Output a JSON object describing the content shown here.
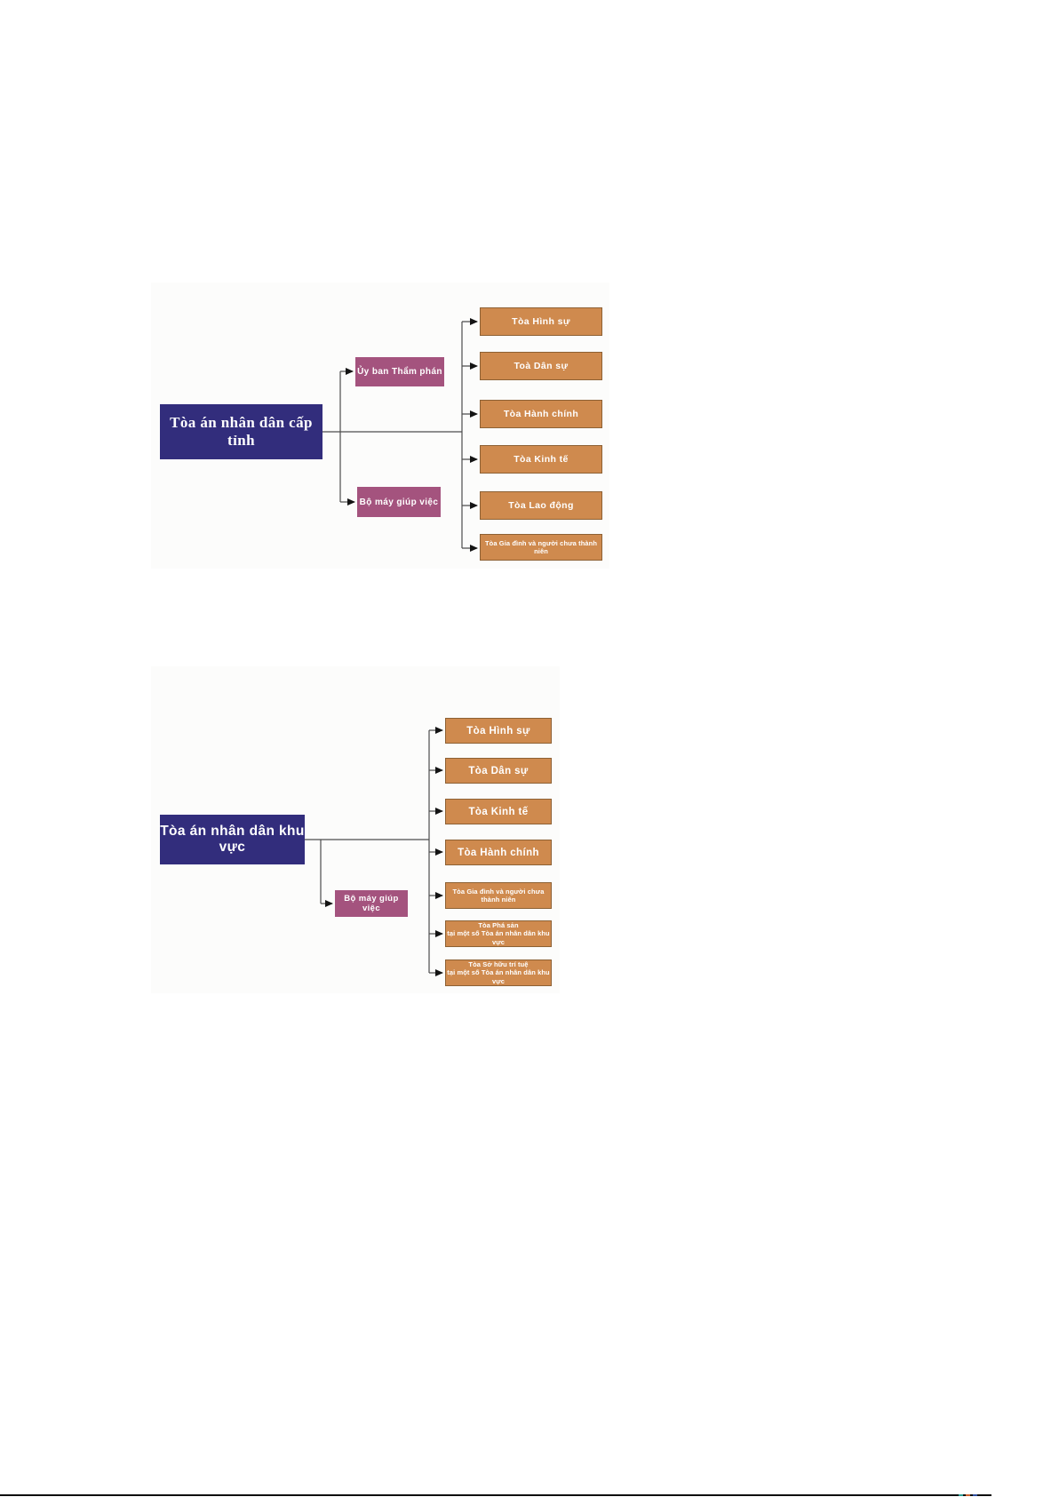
{
  "colors": {
    "root_navy": "#322d7c",
    "committee_purple": "#a4537e",
    "court_orange": "#cf8a4e",
    "court_border": "#8d6134",
    "connector": "#4d4d4d"
  },
  "diagram_provincial": {
    "root_label": "Tòa án nhân dân cấp tỉnh",
    "committees": [
      {
        "label": "Ủy ban Thẩm phán"
      },
      {
        "label": "Bộ máy giúp việc"
      }
    ],
    "courts": [
      {
        "label": "Tòa Hình sự"
      },
      {
        "label": "Toà Dân sự"
      },
      {
        "label": "Tòa Hành chính"
      },
      {
        "label": "Tòa Kinh tế"
      },
      {
        "label": "Tòa Lao động"
      },
      {
        "label": "Tòa Gia đình và người chưa thành niên"
      }
    ]
  },
  "diagram_regional": {
    "root_label": "Tòa án nhân dân khu vực",
    "committees": [
      {
        "label": "Bộ máy giúp việc"
      }
    ],
    "courts": [
      {
        "label": "Tòa Hình sự"
      },
      {
        "label": "Tòa Dân sự"
      },
      {
        "label": "Tòa Kinh tế"
      },
      {
        "label": "Tòa Hành chính"
      },
      {
        "label": "Tòa Gia đình và người chưa thành niên"
      },
      {
        "label": "Tòa Phá sản",
        "sub": "tại một số Tòa án nhân dân khu vực"
      },
      {
        "label": "Tòa Sở hữu trí tuệ",
        "sub": "tại một số Tòa án nhân dân khu vực"
      }
    ]
  }
}
